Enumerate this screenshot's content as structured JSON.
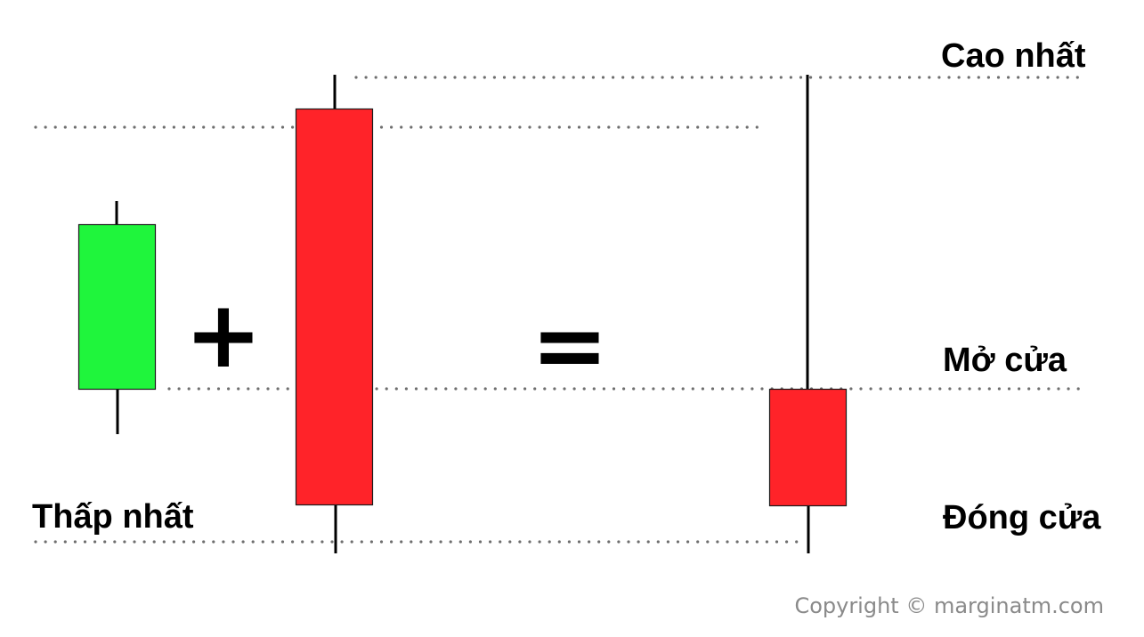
{
  "labels": {
    "high": "Cao nhất",
    "open": "Mở cửa",
    "low": "Thấp nhất",
    "close": "Đóng cửa"
  },
  "operators": {
    "plus": "+",
    "equals": "="
  },
  "copyright": "Copyright © marginatm.com",
  "colors": {
    "bullish": "#1ff53c",
    "bearish": "#ff2329",
    "wick": "#000000",
    "guide": "#6e6e6e",
    "copyright": "#8a8a8a"
  },
  "candles": [
    {
      "name": "first-candle",
      "direction": "bullish"
    },
    {
      "name": "second-candle",
      "direction": "bearish"
    },
    {
      "name": "combined-candle",
      "direction": "bearish"
    }
  ]
}
